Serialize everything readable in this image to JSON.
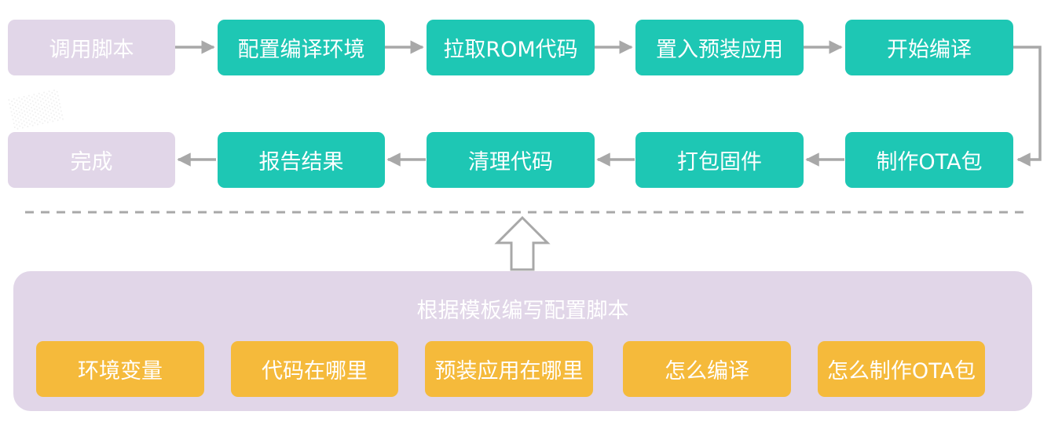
{
  "colors": {
    "teal": "#1ec7b4",
    "lavender": "#e1d6e8",
    "gold": "#f5ba3b",
    "arrow": "#a8a8a8",
    "dash": "#a8a8a8"
  },
  "flow": {
    "row1": [
      {
        "label": "调用脚本",
        "style": "lavender"
      },
      {
        "label": "配置编译环境",
        "style": "teal"
      },
      {
        "label": "拉取ROM代码",
        "style": "teal"
      },
      {
        "label": "置入预装应用",
        "style": "teal"
      },
      {
        "label": "开始编译",
        "style": "teal"
      }
    ],
    "row2": [
      {
        "label": "完成",
        "style": "lavender"
      },
      {
        "label": "报告结果",
        "style": "teal"
      },
      {
        "label": "清理代码",
        "style": "teal"
      },
      {
        "label": "打包固件",
        "style": "teal"
      },
      {
        "label": "制作OTA包",
        "style": "teal"
      }
    ]
  },
  "template": {
    "title": "根据模板编写配置脚本",
    "items": [
      "环境变量",
      "代码在哪里",
      "预装应用在哪里",
      "怎么编译",
      "怎么制作OTA包"
    ]
  }
}
